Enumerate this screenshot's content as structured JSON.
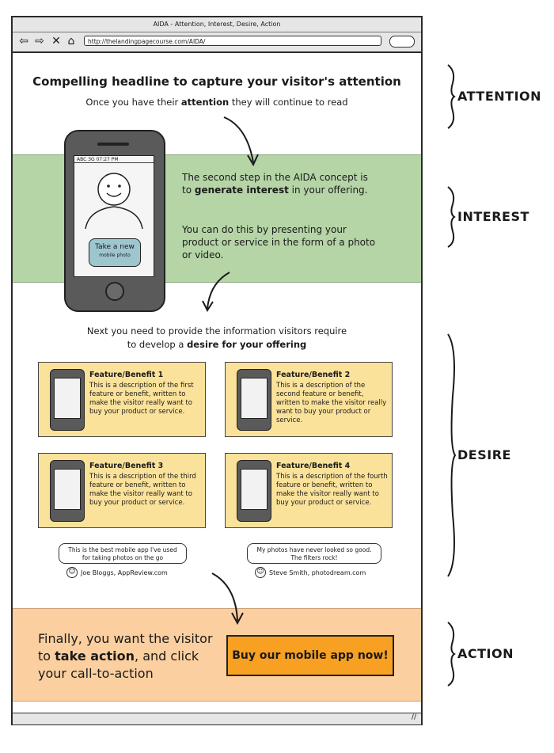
{
  "browser": {
    "title": "AIDA - Attention, Interest, Desire, Action",
    "url": "http://thelandingpagecourse.com/AIDA/"
  },
  "attention": {
    "headline": "Compelling headline to capture your visitor's attention",
    "sub_before": "Once you have their ",
    "sub_bold": "attention",
    "sub_after": " they will continue to read"
  },
  "interest": {
    "phone_status": "ABC 3G  07:27 PM",
    "phone_button_line1": "Take a new",
    "phone_button_line2": "mobile photo",
    "p1_before": "The second step in the AIDA concept is to ",
    "p1_bold": "generate interest",
    "p1_after": " in your offering.",
    "p2": "You can do this by presenting your product or service in the form of a photo or video."
  },
  "desire": {
    "intro_line1": "Next you need to provide the information visitors require",
    "intro_line2_before": "to develop a ",
    "intro_line2_bold": "desire for your offering",
    "features": [
      {
        "title": "Feature/Benefit 1",
        "desc": "This is a description of the first feature or benefit, written to make the visitor really want to buy your product or service."
      },
      {
        "title": "Feature/Benefit 2",
        "desc": "This is a description of the second feature or benefit, written to make the visitor really want to buy your product or service."
      },
      {
        "title": "Feature/Benefit 3",
        "desc": "This is a description of the third feature or benefit, written to make the visitor really want to buy your product or service."
      },
      {
        "title": "Feature/Benefit 4",
        "desc": "This is a description of the fourth feature or benefit, written to make the visitor really want to buy your product or service."
      }
    ],
    "testimonials": [
      {
        "quote": "This is the best mobile app I've used for taking photos on the go",
        "author": "Joe Bloggs, AppReview.com"
      },
      {
        "quote": "My photos have never looked so good. The filters rock!",
        "author": "Steve Smith, photodream.com"
      }
    ]
  },
  "action": {
    "line1": "Finally, you want the visitor",
    "line2_before": "to ",
    "line2_bold": "take action",
    "line2_after": ", and click",
    "line3": "your call-to-action",
    "cta": "Buy our mobile app now!"
  },
  "labels": {
    "attention": "ATTENTION",
    "interest": "INTEREST",
    "desire": "DESIRE",
    "action": "ACTION"
  },
  "colors": {
    "interest_band": "#b5d5a7",
    "feature_card": "#fbe29a",
    "action_band": "#fbcf9f",
    "cta_button": "#f7a022",
    "phone_button": "#9dc6cf"
  }
}
